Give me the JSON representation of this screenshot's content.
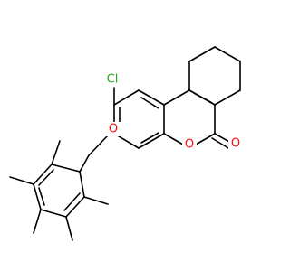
{
  "molecule": {
    "atoms": [
      {
        "id": "cl",
        "element": "Cl",
        "label": "Cl",
        "color": "#1fa81f"
      },
      {
        "id": "o_ether",
        "element": "O",
        "label": "O",
        "color": "#ff0d0d"
      },
      {
        "id": "o_ring",
        "element": "O",
        "label": "O",
        "color": "#ff0d0d"
      },
      {
        "id": "o_carbonyl",
        "element": "O",
        "label": "O",
        "color": "#ff0d0d"
      }
    ],
    "bond_color": "#000000",
    "background": "#ffffff"
  }
}
